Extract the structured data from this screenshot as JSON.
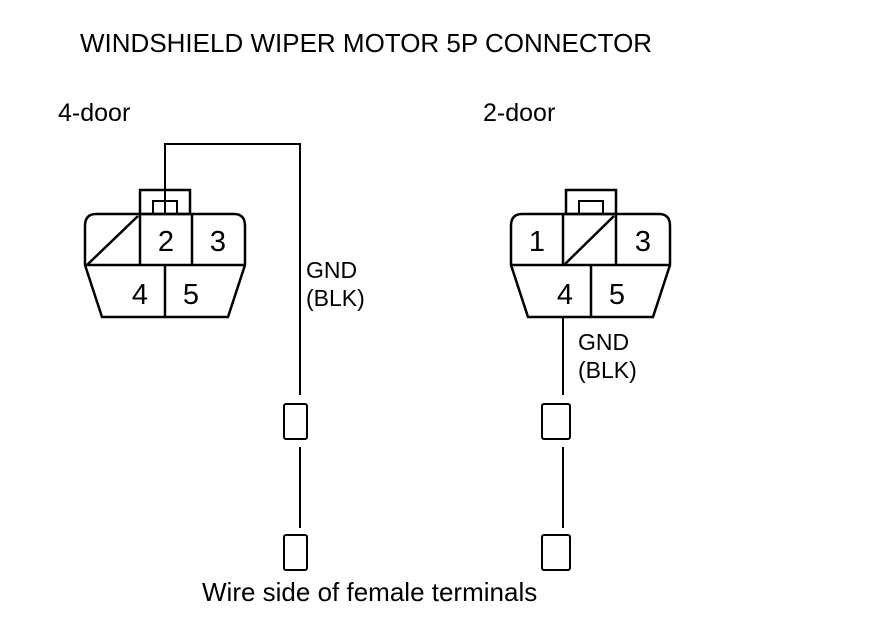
{
  "diagram": {
    "title": "WINDSHIELD WIPER MOTOR 5P CONNECTOR",
    "footer": "Wire side of female terminals",
    "connectors": [
      {
        "label": "4-door",
        "pins": [
          "2",
          "3",
          "4",
          "5"
        ],
        "unused_pin": "1",
        "gnd_label": "GND",
        "wire_color": "(BLK)"
      },
      {
        "label": "2-door",
        "pins": [
          "1",
          "3",
          "4",
          "5"
        ],
        "unused_pin": "2",
        "gnd_label": "GND",
        "wire_color": "(BLK)"
      }
    ]
  }
}
